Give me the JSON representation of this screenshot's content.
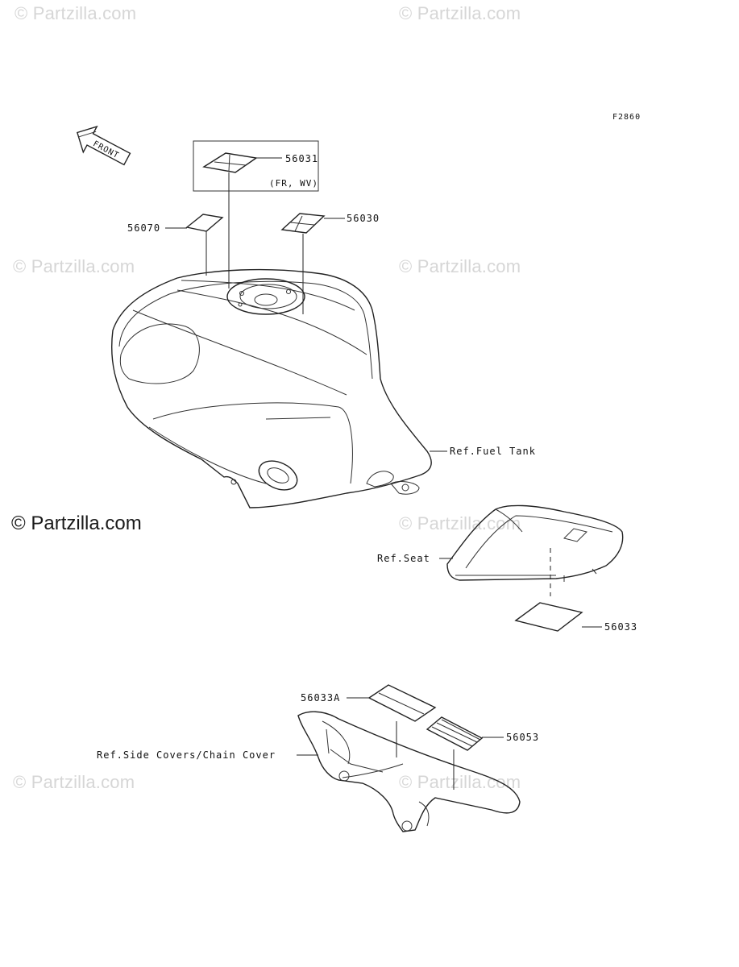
{
  "watermarks": {
    "main": "© Partzilla.com",
    "faint": "© Partzilla.com"
  },
  "figure_code": "F2860",
  "front_arrow_label": "FRONT",
  "callouts": {
    "p56031": "56031",
    "p56031_note": "(FR, WV)",
    "p56030": "56030",
    "p56070": "56070",
    "fuel_tank": "Ref.Fuel Tank",
    "seat": "Ref.Seat",
    "p56033": "56033",
    "p56033A": "56033A",
    "p56053": "56053",
    "side_covers": "Ref.Side Covers/Chain Cover"
  },
  "colors": {
    "line": "#222222",
    "watermark": "#d6d6d6",
    "decal_fill": "#e8e8e8"
  }
}
